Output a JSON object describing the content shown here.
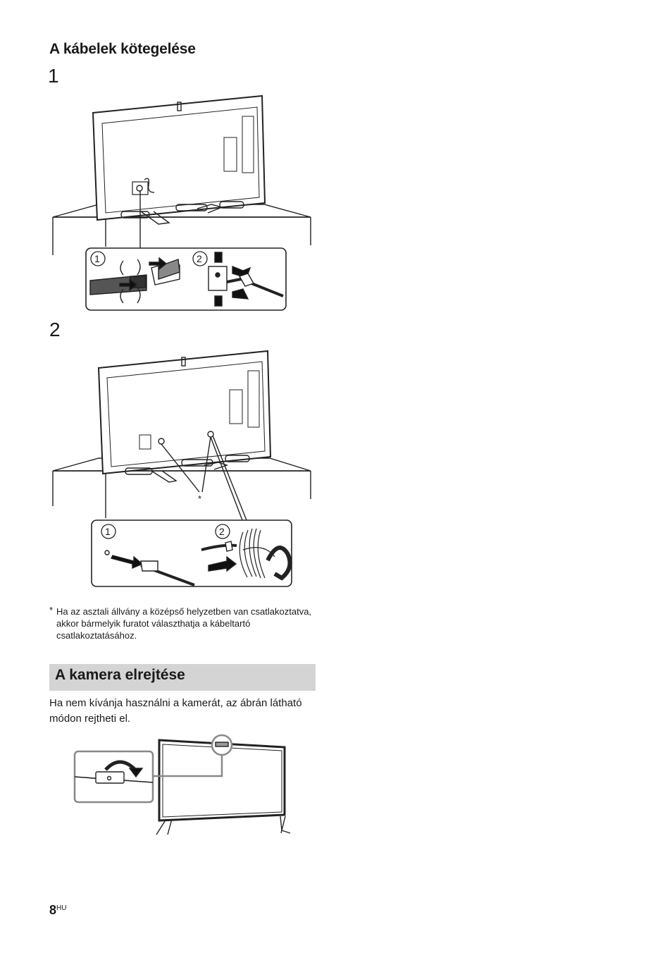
{
  "section1": {
    "title": "A kábelek kötegelése",
    "step1": "1",
    "step2": "2",
    "callout_a": "1",
    "callout_b": "2",
    "asterisk": "*"
  },
  "footnote": {
    "marker": "*",
    "text": "Ha az asztali állvány a középső helyzetben van csatlakoztatva, akkor bármelyik furatot választhatja a kábeltartó csatlakoztatásához."
  },
  "section2": {
    "title": "A kamera elrejtése",
    "body": "Ha nem kívánja használni a kamerát, az ábrán látható módon rejtheti el."
  },
  "page": {
    "number": "8",
    "lang": "HU"
  }
}
